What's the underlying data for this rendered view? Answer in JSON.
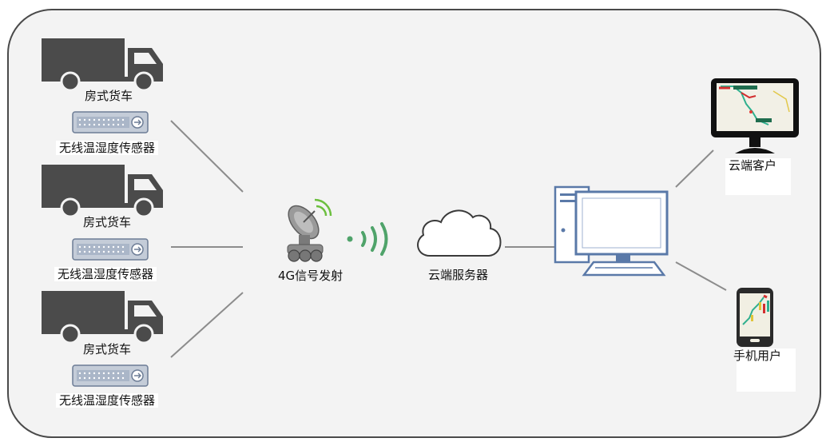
{
  "labels": {
    "truck": "房式货车",
    "sensor": "无线温湿度传感器",
    "transmitter": "4G信号发射",
    "cloud_server": "云端服务器",
    "cloud_client": "云端客户",
    "mobile_user": "手机用户"
  },
  "colors": {
    "frame_border": "#4a4a4a",
    "frame_fill": "#f3f3f3",
    "truck": "#4b4b4b",
    "signal": "#4fa36a",
    "computer": "#5a79a8",
    "connector": "#8c8c8c"
  },
  "icons": {
    "truck": "truck-icon",
    "sensor": "sensor-device-icon",
    "satellite": "satellite-dish-icon",
    "signal": "wireless-signal-icon",
    "cloud": "cloud-icon",
    "server": "desktop-computer-icon",
    "monitor": "monitor-icon",
    "phone": "smartphone-icon"
  }
}
